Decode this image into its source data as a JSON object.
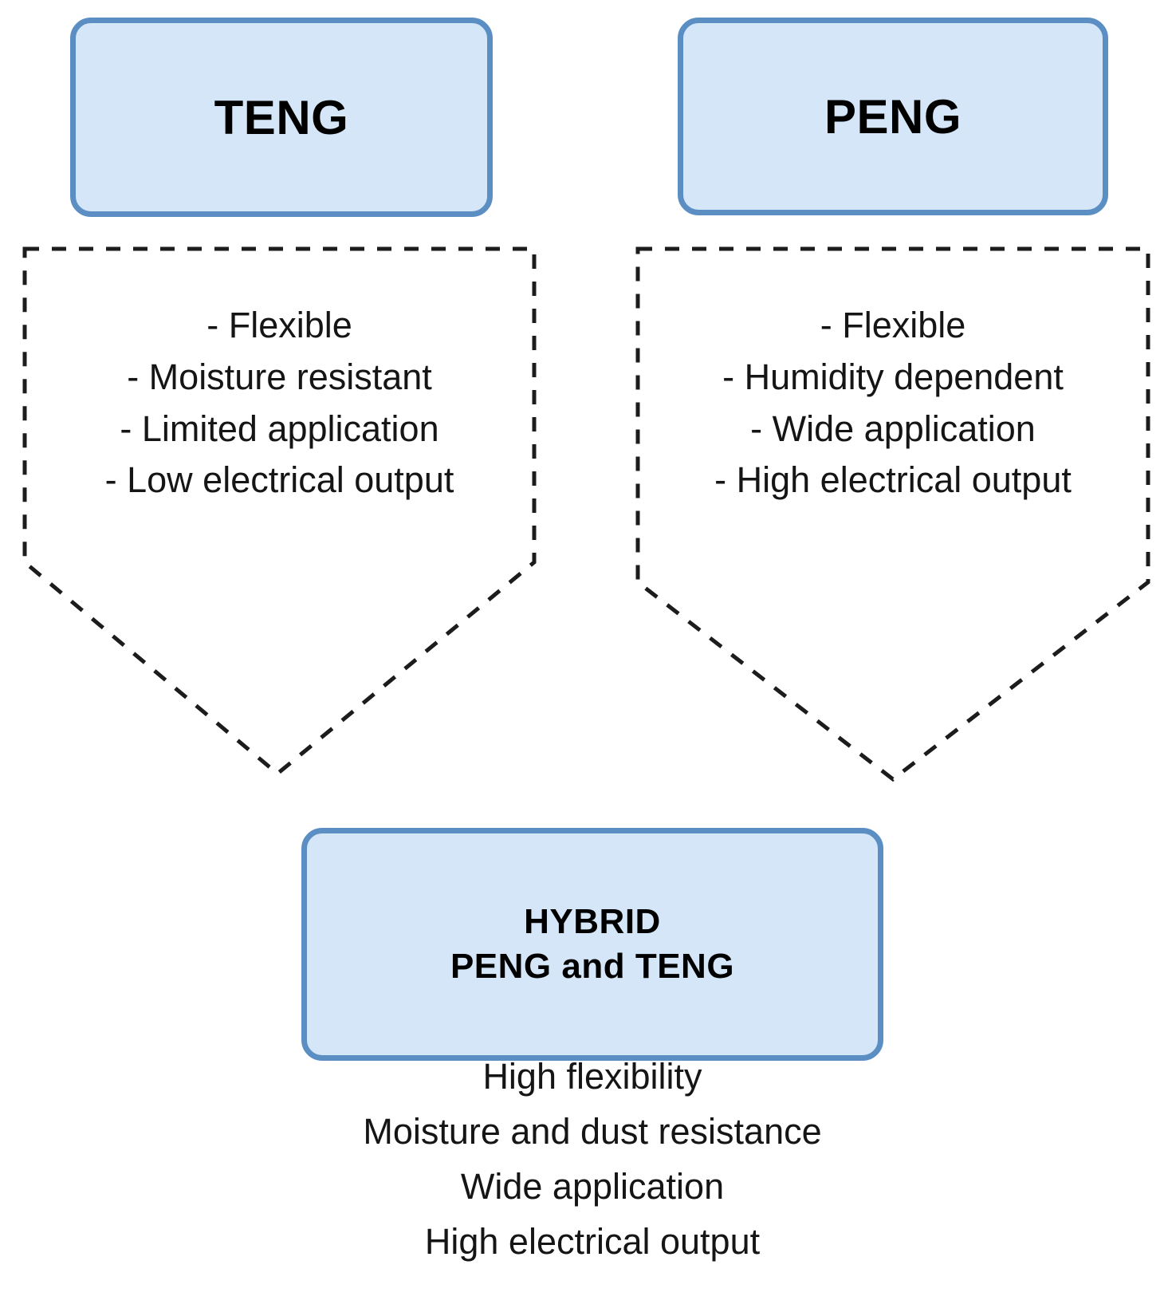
{
  "figure": {
    "type": "flow-diagram",
    "description": "Comparison of TENG and PENG energy harvesters combining into a hybrid device"
  },
  "colors": {
    "box_fill": "#d4e6f8",
    "box_border": "#5b8fc4",
    "callout_stroke": "#1c1c1c",
    "text": "#151515",
    "background": "#ffffff"
  },
  "nodes": {
    "teng": {
      "label": "TENG",
      "features": [
        "- Flexible",
        "- Moisture resistant",
        "- Limited application",
        "- Low electrical output"
      ]
    },
    "peng": {
      "label": "PENG",
      "features": [
        "- Flexible",
        "- Humidity dependent",
        "- Wide application",
        "- High electrical output"
      ]
    },
    "hybrid": {
      "title_line_1": "HYBRID",
      "title_line_2": "PENG and TENG",
      "benefits": [
        "High flexibility",
        "Moisture and dust resistance",
        "Wide application",
        "High electrical output"
      ]
    }
  }
}
